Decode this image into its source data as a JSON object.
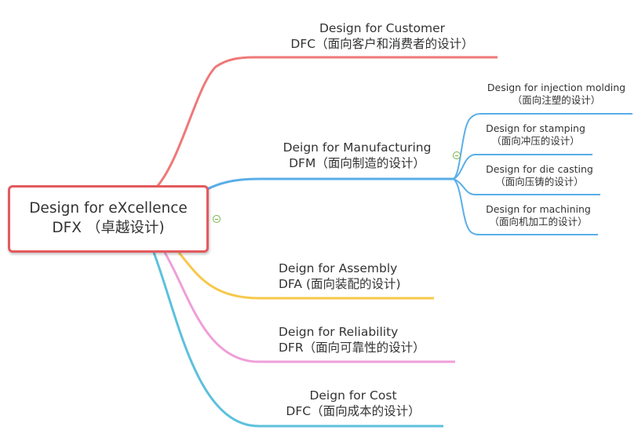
{
  "root": {
    "line1": "Design for eXcellence",
    "line2": "DFX （卓越设计)"
  },
  "branches": {
    "customer": {
      "line1": "Design for Customer",
      "line2": "DFC（面向客户和消费者的设计）",
      "color": "#f07878"
    },
    "manufacturing": {
      "line1": "Deign for Manufacturing",
      "line2": "DFM（面向制造的设计）",
      "color": "#5aaee8"
    },
    "assembly": {
      "line1": "Deign for Assembly",
      "line2": "DFA (面向装配的设计)",
      "color": "#f7c84a"
    },
    "reliability": {
      "line1": "Deign for Reliability",
      "line2": "DFR（面向可靠性的设计）",
      "color": "#ef9fd9"
    },
    "cost": {
      "line1": "Deign for Cost",
      "line2": "DFC（面向成本的设计）",
      "color": "#5cc1dc"
    }
  },
  "manufacturing_children": {
    "injection": {
      "line1": "Design for injection molding",
      "line2": "（面向注塑的设计）"
    },
    "stamping": {
      "line1": "Design for stamping",
      "line2": "（面向冲压的设计）"
    },
    "die_casting": {
      "line1": "Design for die casting",
      "line2": "（面向压铸的设计）"
    },
    "machining": {
      "line1": "Design for machining",
      "line2": "（面向机加工的设计）"
    }
  }
}
